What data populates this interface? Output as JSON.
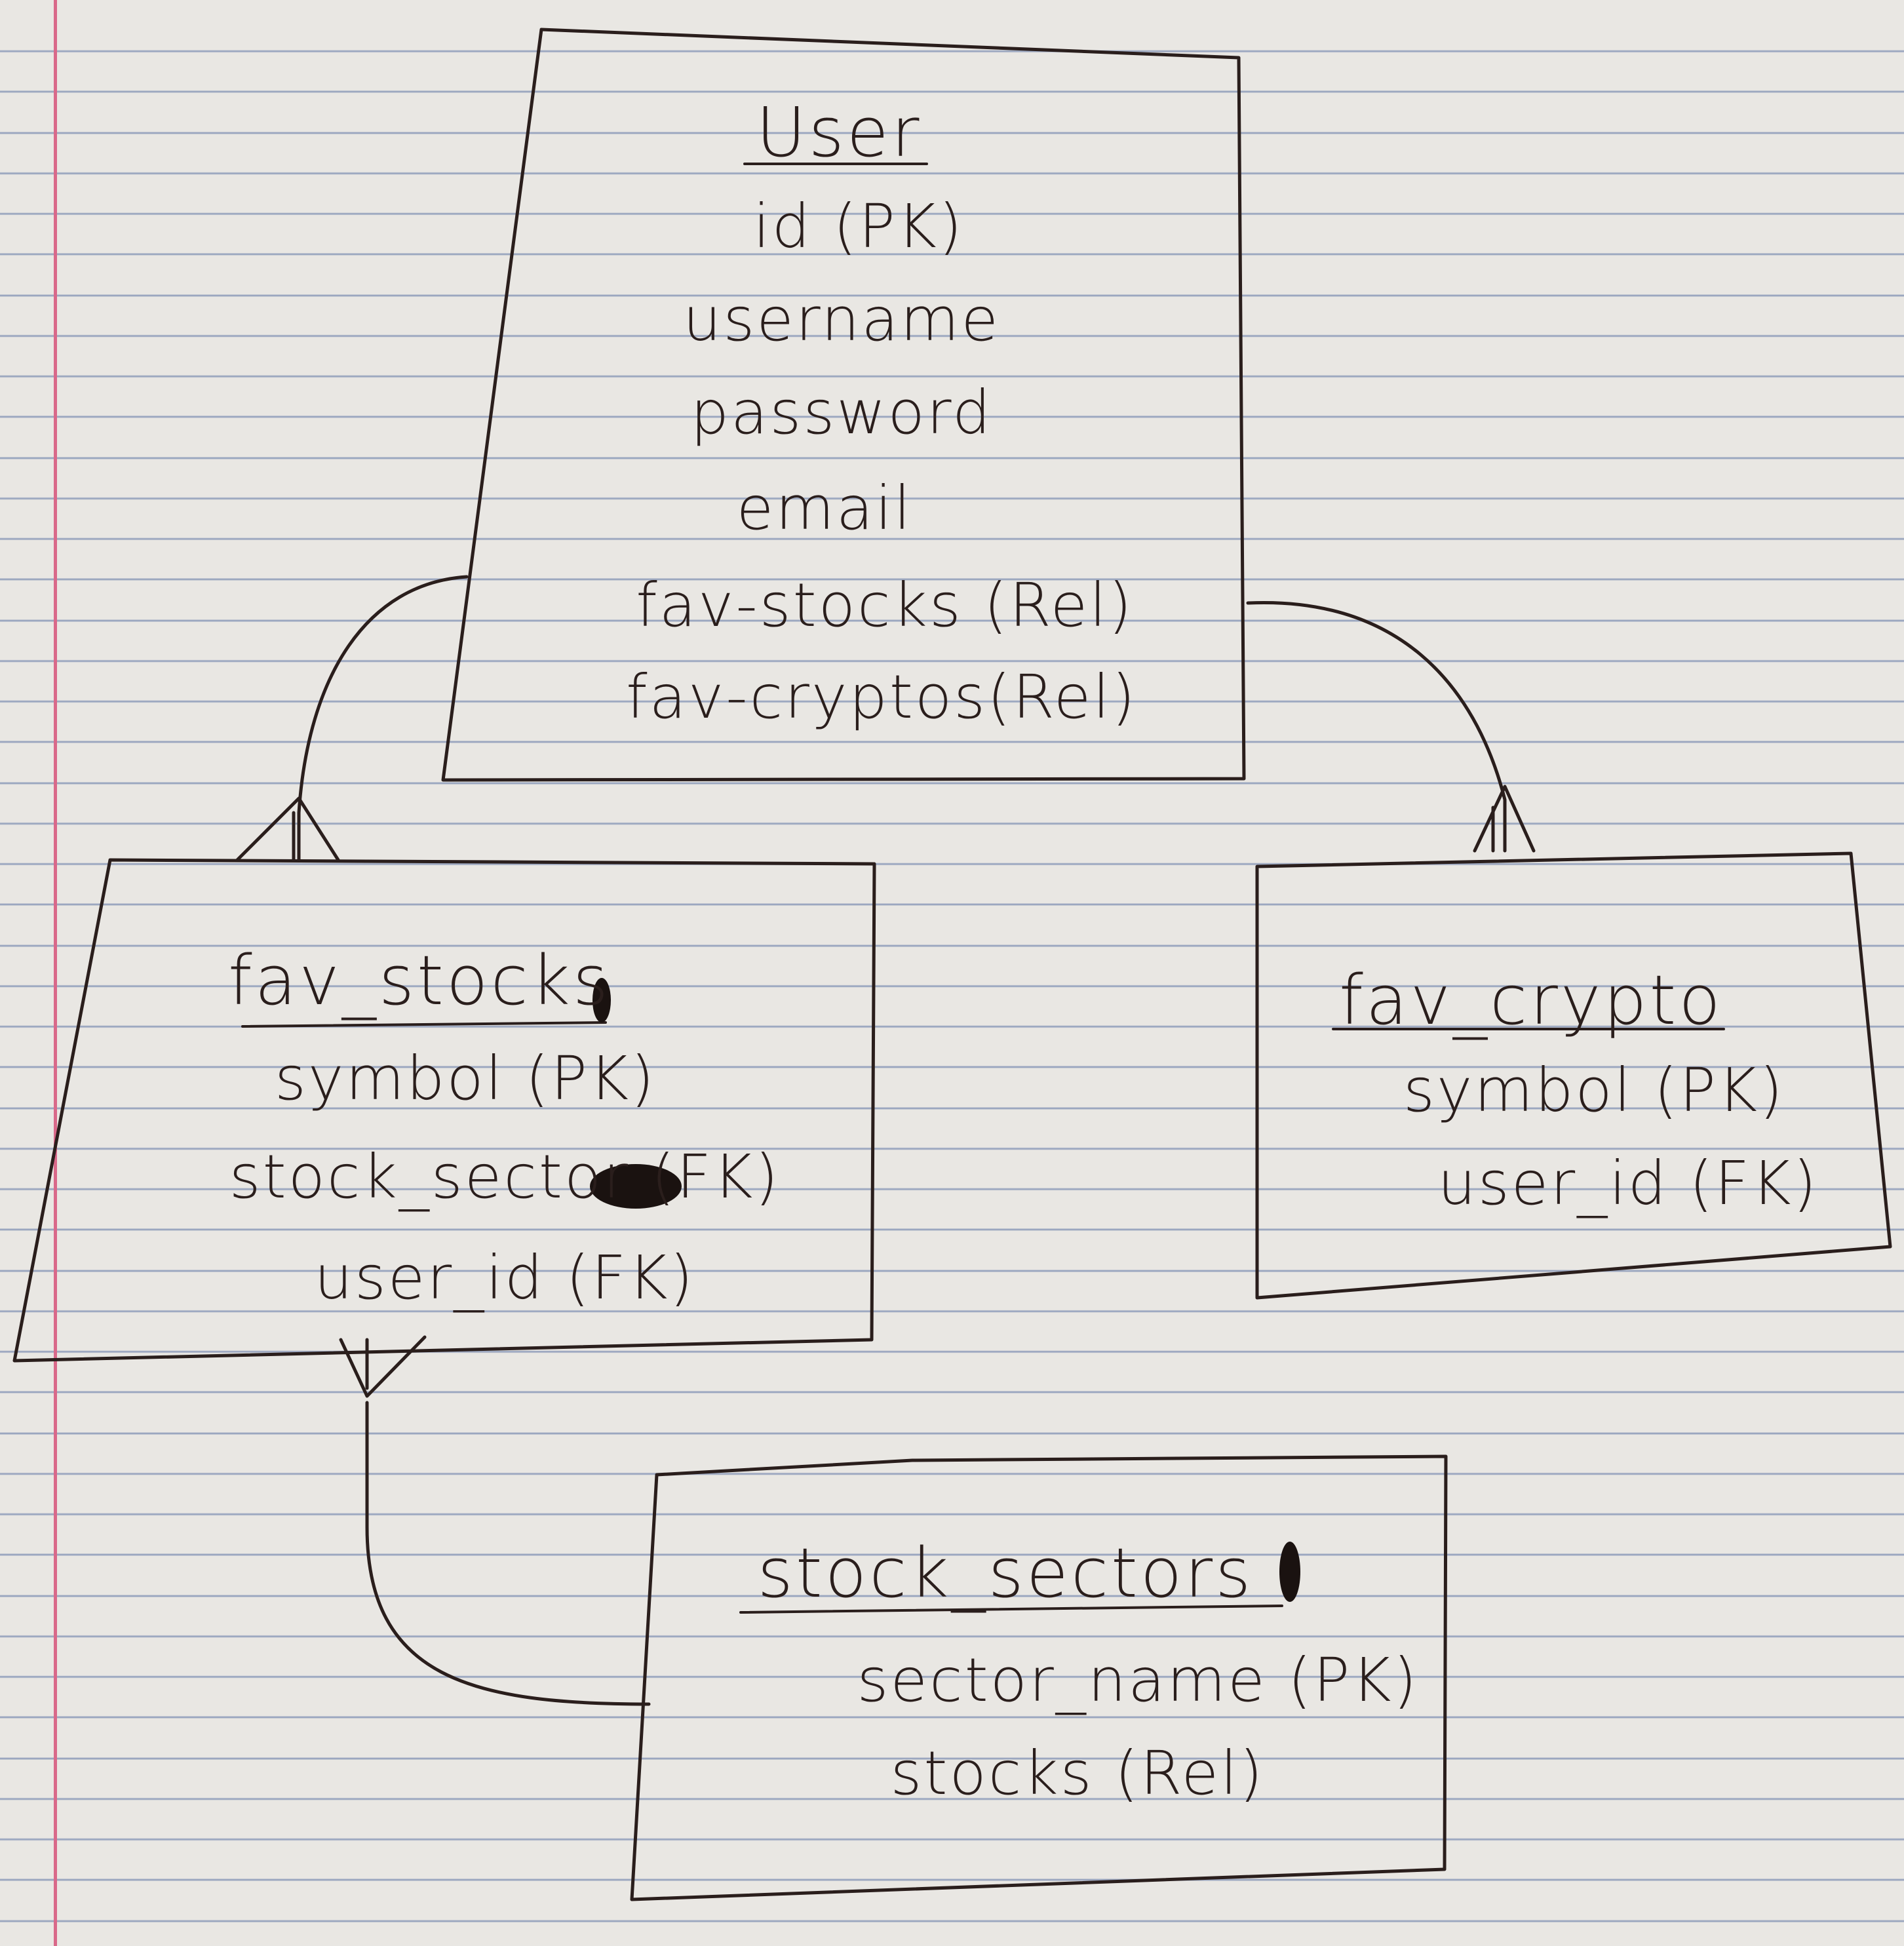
{
  "entities": {
    "user": {
      "title": "User",
      "fields": [
        "id (PK)",
        "username",
        "password",
        "email",
        "fav-stocks (Rel)",
        "fav-cryptos(Rel)"
      ]
    },
    "fav_stocks": {
      "title": "fav_stocks",
      "fields": [
        "symbol (PK)",
        "stock_sector (FK)",
        "user_id (FK)"
      ]
    },
    "fav_crypto": {
      "title": "fav_crypto",
      "fields": [
        "symbol (PK)",
        "user_id (FK)"
      ]
    },
    "stock_sector": {
      "title": "stock_sectors",
      "fields": [
        "sector_name (PK)",
        "stocks (Rel)"
      ]
    }
  },
  "relationships": [
    {
      "from": "user",
      "to": "fav_stocks",
      "cardinality": "one-to-many"
    },
    {
      "from": "user",
      "to": "fav_crypto",
      "cardinality": "one-to-many"
    },
    {
      "from": "stock_sector",
      "to": "fav_stocks",
      "cardinality": "one-to-many"
    }
  ],
  "colors": {
    "ink": "#2a1e1c",
    "paper": "#e9e7e3",
    "rule": "#9aa6bf",
    "margin": "#d9698a"
  }
}
